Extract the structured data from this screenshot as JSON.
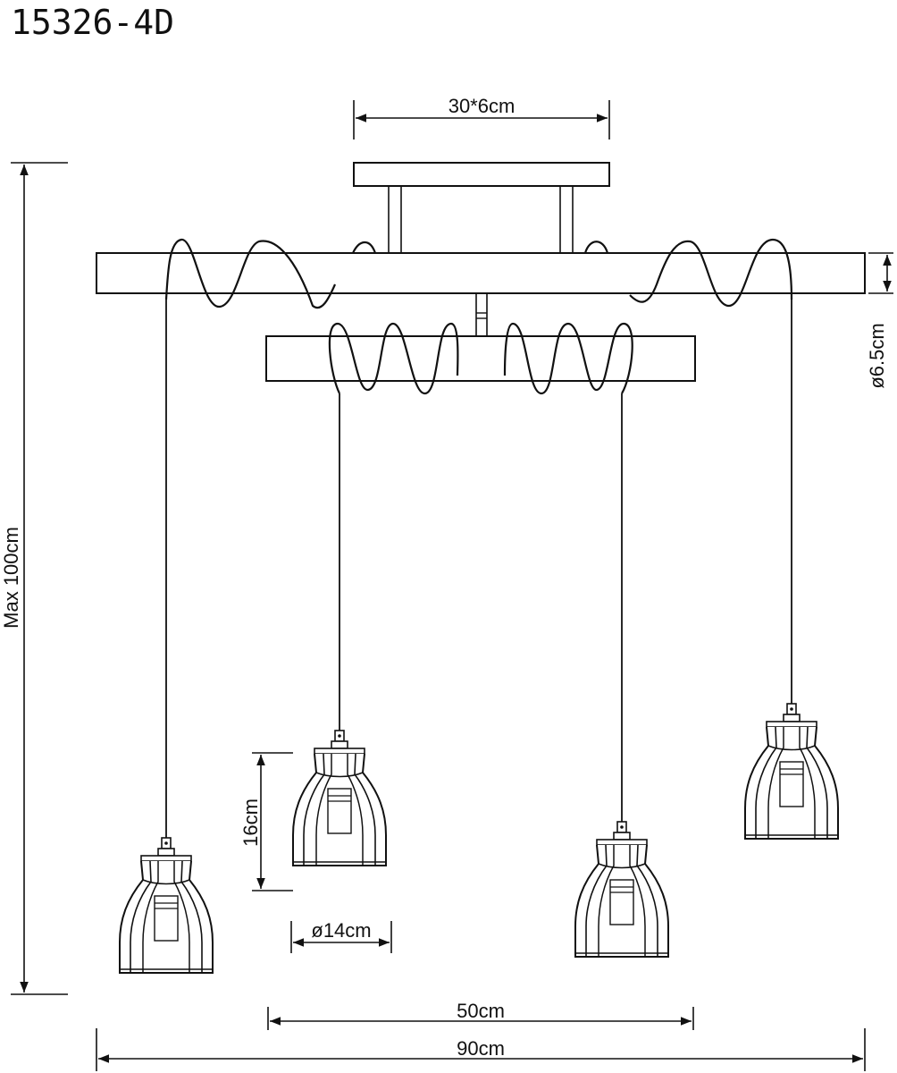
{
  "title": "15326-4D",
  "dimensions": {
    "canopy": "30*6cm",
    "bar_diameter": "ø6.5cm",
    "max_height": "Max 100cm",
    "shade_height": "16cm",
    "shade_diameter": "ø14cm",
    "inner_bar_width": "50cm",
    "outer_bar_width": "90cm"
  }
}
